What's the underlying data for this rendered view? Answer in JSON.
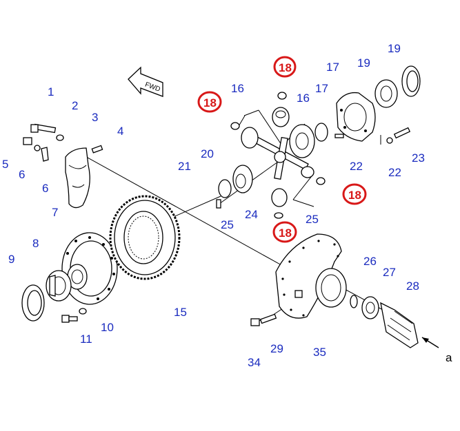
{
  "diagram": {
    "highlight_color": "#d81818",
    "label_color": "#1a2bbf",
    "direction_marker": "FWD",
    "arrow_label": "a",
    "labels": [
      "1",
      "2",
      "3",
      "4",
      "5",
      "6",
      "6",
      "7",
      "8",
      "9",
      "10",
      "11",
      "15",
      "16",
      "16",
      "17",
      "17",
      "19",
      "19",
      "20",
      "21",
      "22",
      "22",
      "23",
      "24",
      "25",
      "25",
      "26",
      "27",
      "28",
      "29",
      "34",
      "35"
    ],
    "highlighted_labels": [
      "18",
      "18",
      "18",
      "18"
    ]
  }
}
